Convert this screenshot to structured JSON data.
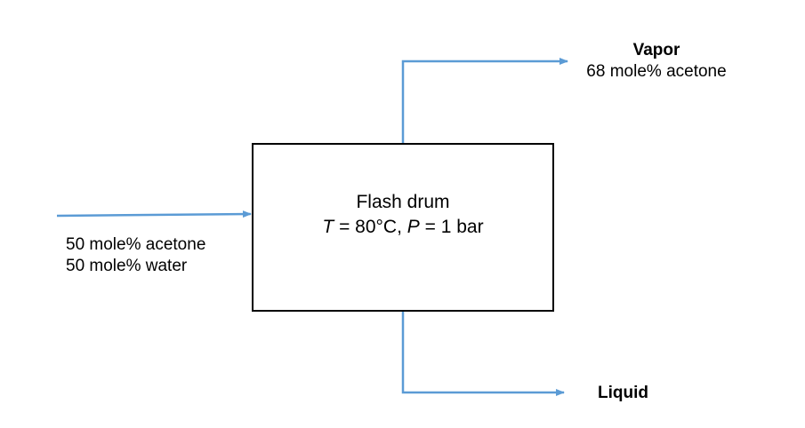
{
  "colors": {
    "stream": "#5b9bd5",
    "box_stroke": "#000000",
    "text": "#000000"
  },
  "drum": {
    "title": "Flash drum",
    "conditions": {
      "t_symbol": "T",
      "t_value": " = 80°C, ",
      "p_symbol": "P",
      "p_value": " = 1 bar"
    }
  },
  "feed": {
    "line1": "50 mole% acetone",
    "line2": "50 mole% water"
  },
  "vapor": {
    "title": "Vapor",
    "composition": "68 mole% acetone"
  },
  "liquid": {
    "title": "Liquid"
  }
}
